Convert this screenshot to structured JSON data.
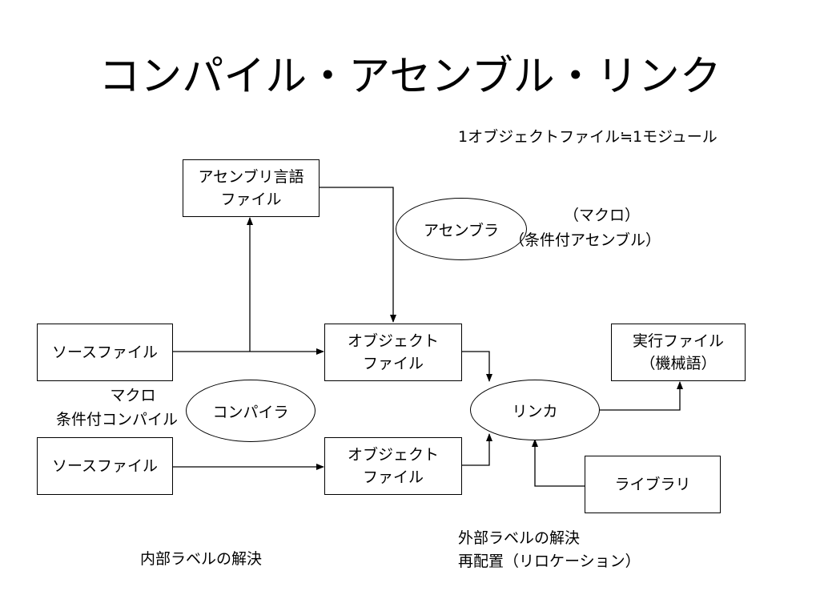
{
  "title": "コンパイル・アセンブル・リンク",
  "module_note": "1オブジェクトファイル≒1モジュール",
  "boxes": {
    "asm_file": [
      "アセンブリ言語",
      "ファイル"
    ],
    "source1": [
      "ソースファイル"
    ],
    "source2": [
      "ソースファイル"
    ],
    "obj1": [
      "オブジェクト",
      "ファイル"
    ],
    "obj2": [
      "オブジェクト",
      "ファイル"
    ],
    "exe": [
      "実行ファイル",
      "（機械語）"
    ],
    "library": [
      "ライブラリ"
    ]
  },
  "processors": {
    "assembler": "アセンブラ",
    "compiler": "コンパイラ",
    "linker": "リンカ"
  },
  "annotations": {
    "assembler_macro": "（マクロ）",
    "assembler_conditional": "（条件付アセンブル）",
    "compiler_macro": "マクロ",
    "compiler_conditional": "条件付コンパイル",
    "internal_labels": "内部ラベルの解決",
    "external_labels": "外部ラベルの解決",
    "relocation": "再配置（リロケーション）"
  }
}
